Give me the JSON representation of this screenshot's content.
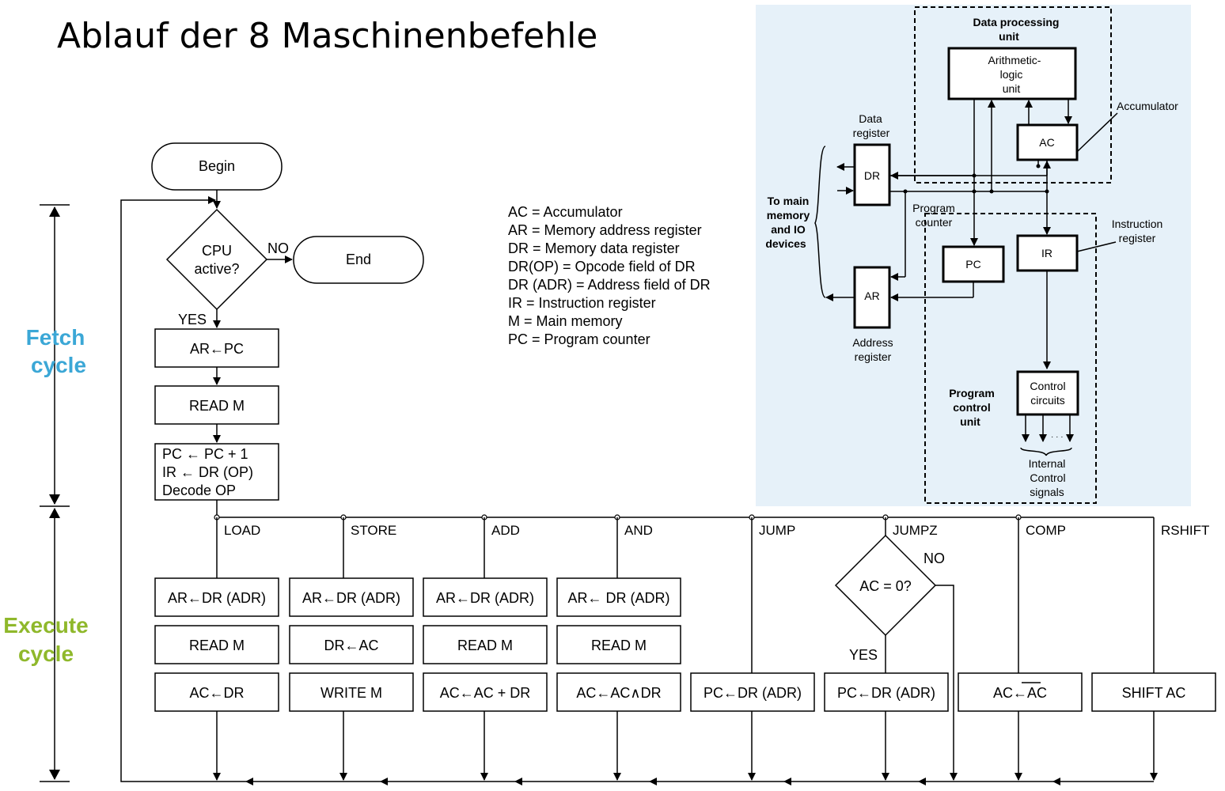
{
  "title": "Ablauf der 8 Maschinenbefehle",
  "colors": {
    "fetch": "#3ba7d6",
    "execute": "#8fb82b",
    "panel": "#e6f1f9"
  },
  "phases": {
    "fetch": [
      "Fetch",
      "cycle"
    ],
    "execute": [
      "Execute",
      "cycle"
    ]
  },
  "flow": {
    "begin": "Begin",
    "decision": [
      "CPU",
      "active?"
    ],
    "no": "NO",
    "yes": "YES",
    "end": "End",
    "fetch_steps": [
      "AR←PC",
      "READ M"
    ],
    "decode": [
      "PC ← PC + 1",
      "IR  ← DR (OP)",
      "Decode OP"
    ]
  },
  "legend": [
    "AC = Accumulator",
    "AR = Memory address register",
    "DR = Memory data register",
    "DR(OP) = Opcode field of DR",
    "DR (ADR) = Address field of DR",
    "IR = Instruction register",
    "M = Main memory",
    "PC = Program counter"
  ],
  "instructions": [
    {
      "name": "LOAD",
      "steps": [
        "AR←DR (ADR)",
        "READ M",
        "AC←DR"
      ]
    },
    {
      "name": "STORE",
      "steps": [
        "AR←DR (ADR)",
        "DR←AC",
        "WRITE M"
      ]
    },
    {
      "name": "ADD",
      "steps": [
        "AR←DR (ADR)",
        "READ M",
        "AC←AC + DR"
      ]
    },
    {
      "name": "AND",
      "steps": [
        "AR← DR (ADR)",
        "READ M",
        "AC←AC∧DR"
      ]
    },
    {
      "name": "JUMP",
      "steps": [
        "PC←DR (ADR)"
      ]
    },
    {
      "name": "JUMPZ",
      "decision": "AC = 0?",
      "no": "NO",
      "yes": "YES",
      "steps": [
        "PC←DR (ADR)"
      ]
    },
    {
      "name": "COMP",
      "steps": [
        "AC←AC"
      ]
    },
    {
      "name": "RSHIFT",
      "steps": [
        "SHIFT AC"
      ]
    }
  ],
  "cpu": {
    "dpu": [
      "Data processing",
      "unit"
    ],
    "alu": [
      "Arithmetic-",
      "logic",
      "unit"
    ],
    "ac": "AC",
    "accumulator": "Accumulator",
    "dr_label": [
      "Data",
      "register"
    ],
    "dr": "DR",
    "ar": "AR",
    "ar_label": [
      "Address",
      "register"
    ],
    "to_main": [
      "To main",
      "memory",
      "and IO",
      "devices"
    ],
    "pc_label": [
      "Program",
      "counter"
    ],
    "pc": "PC",
    "ir": "IR",
    "ir_label": [
      "Instruction",
      "register"
    ],
    "pcu": [
      "Program",
      "control",
      "unit"
    ],
    "control": [
      "Control",
      "circuits"
    ],
    "signals": [
      "Internal",
      "Control",
      "signals"
    ],
    "dots": "· · ·"
  }
}
